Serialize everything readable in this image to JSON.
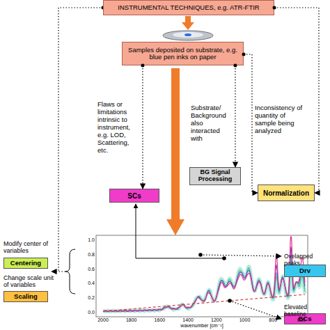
{
  "diagram": {
    "nodes": [
      {
        "text": [
          "INSTRUMENTAL TECHNIQUES, e.g. ATR-FTIR"
        ]
      },
      {
        "text": [
          "Samples deposited on substrate, e.g. blue pen inks on paper"
        ]
      },
      {
        "text": [
          "SCs"
        ]
      },
      {
        "text": [
          "BG Signal Processing"
        ]
      },
      {
        "text": [
          "Normalization"
        ]
      },
      {
        "text": [
          "Centering"
        ]
      },
      {
        "text": [
          "Scaling"
        ]
      },
      {
        "text": [
          "Drv"
        ]
      },
      {
        "text": [
          "BCs"
        ]
      }
    ],
    "edges": [
      {
        "from": 1,
        "to": 2,
        "arrow": "to",
        "label": "Flaws or limitations intrinsic to instrument, e.g. LOD, Scattering, etc."
      },
      {
        "from": 1,
        "to": 3,
        "arrow": "to",
        "label": "Substrate/ Background also interacted with"
      },
      {
        "from": 1,
        "to": 4,
        "arrow": "to",
        "label": "Inconsistency of quantity of sample being analyzed"
      },
      {
        "from": 0,
        "to": 4,
        "arrow": "to"
      }
    ],
    "labels": [
      "Modify center of variables",
      "Change scale unit of variables",
      "Ovelapped peaks",
      "Elevated baseline",
      "1.0",
      "0.8",
      "0.6",
      "0.4",
      "0.2",
      "0.0",
      "2000",
      "1800",
      "1600",
      "1400",
      "1200",
      "1000",
      "800",
      "600",
      "wavenumber [cm⁻¹]"
    ]
  }
}
